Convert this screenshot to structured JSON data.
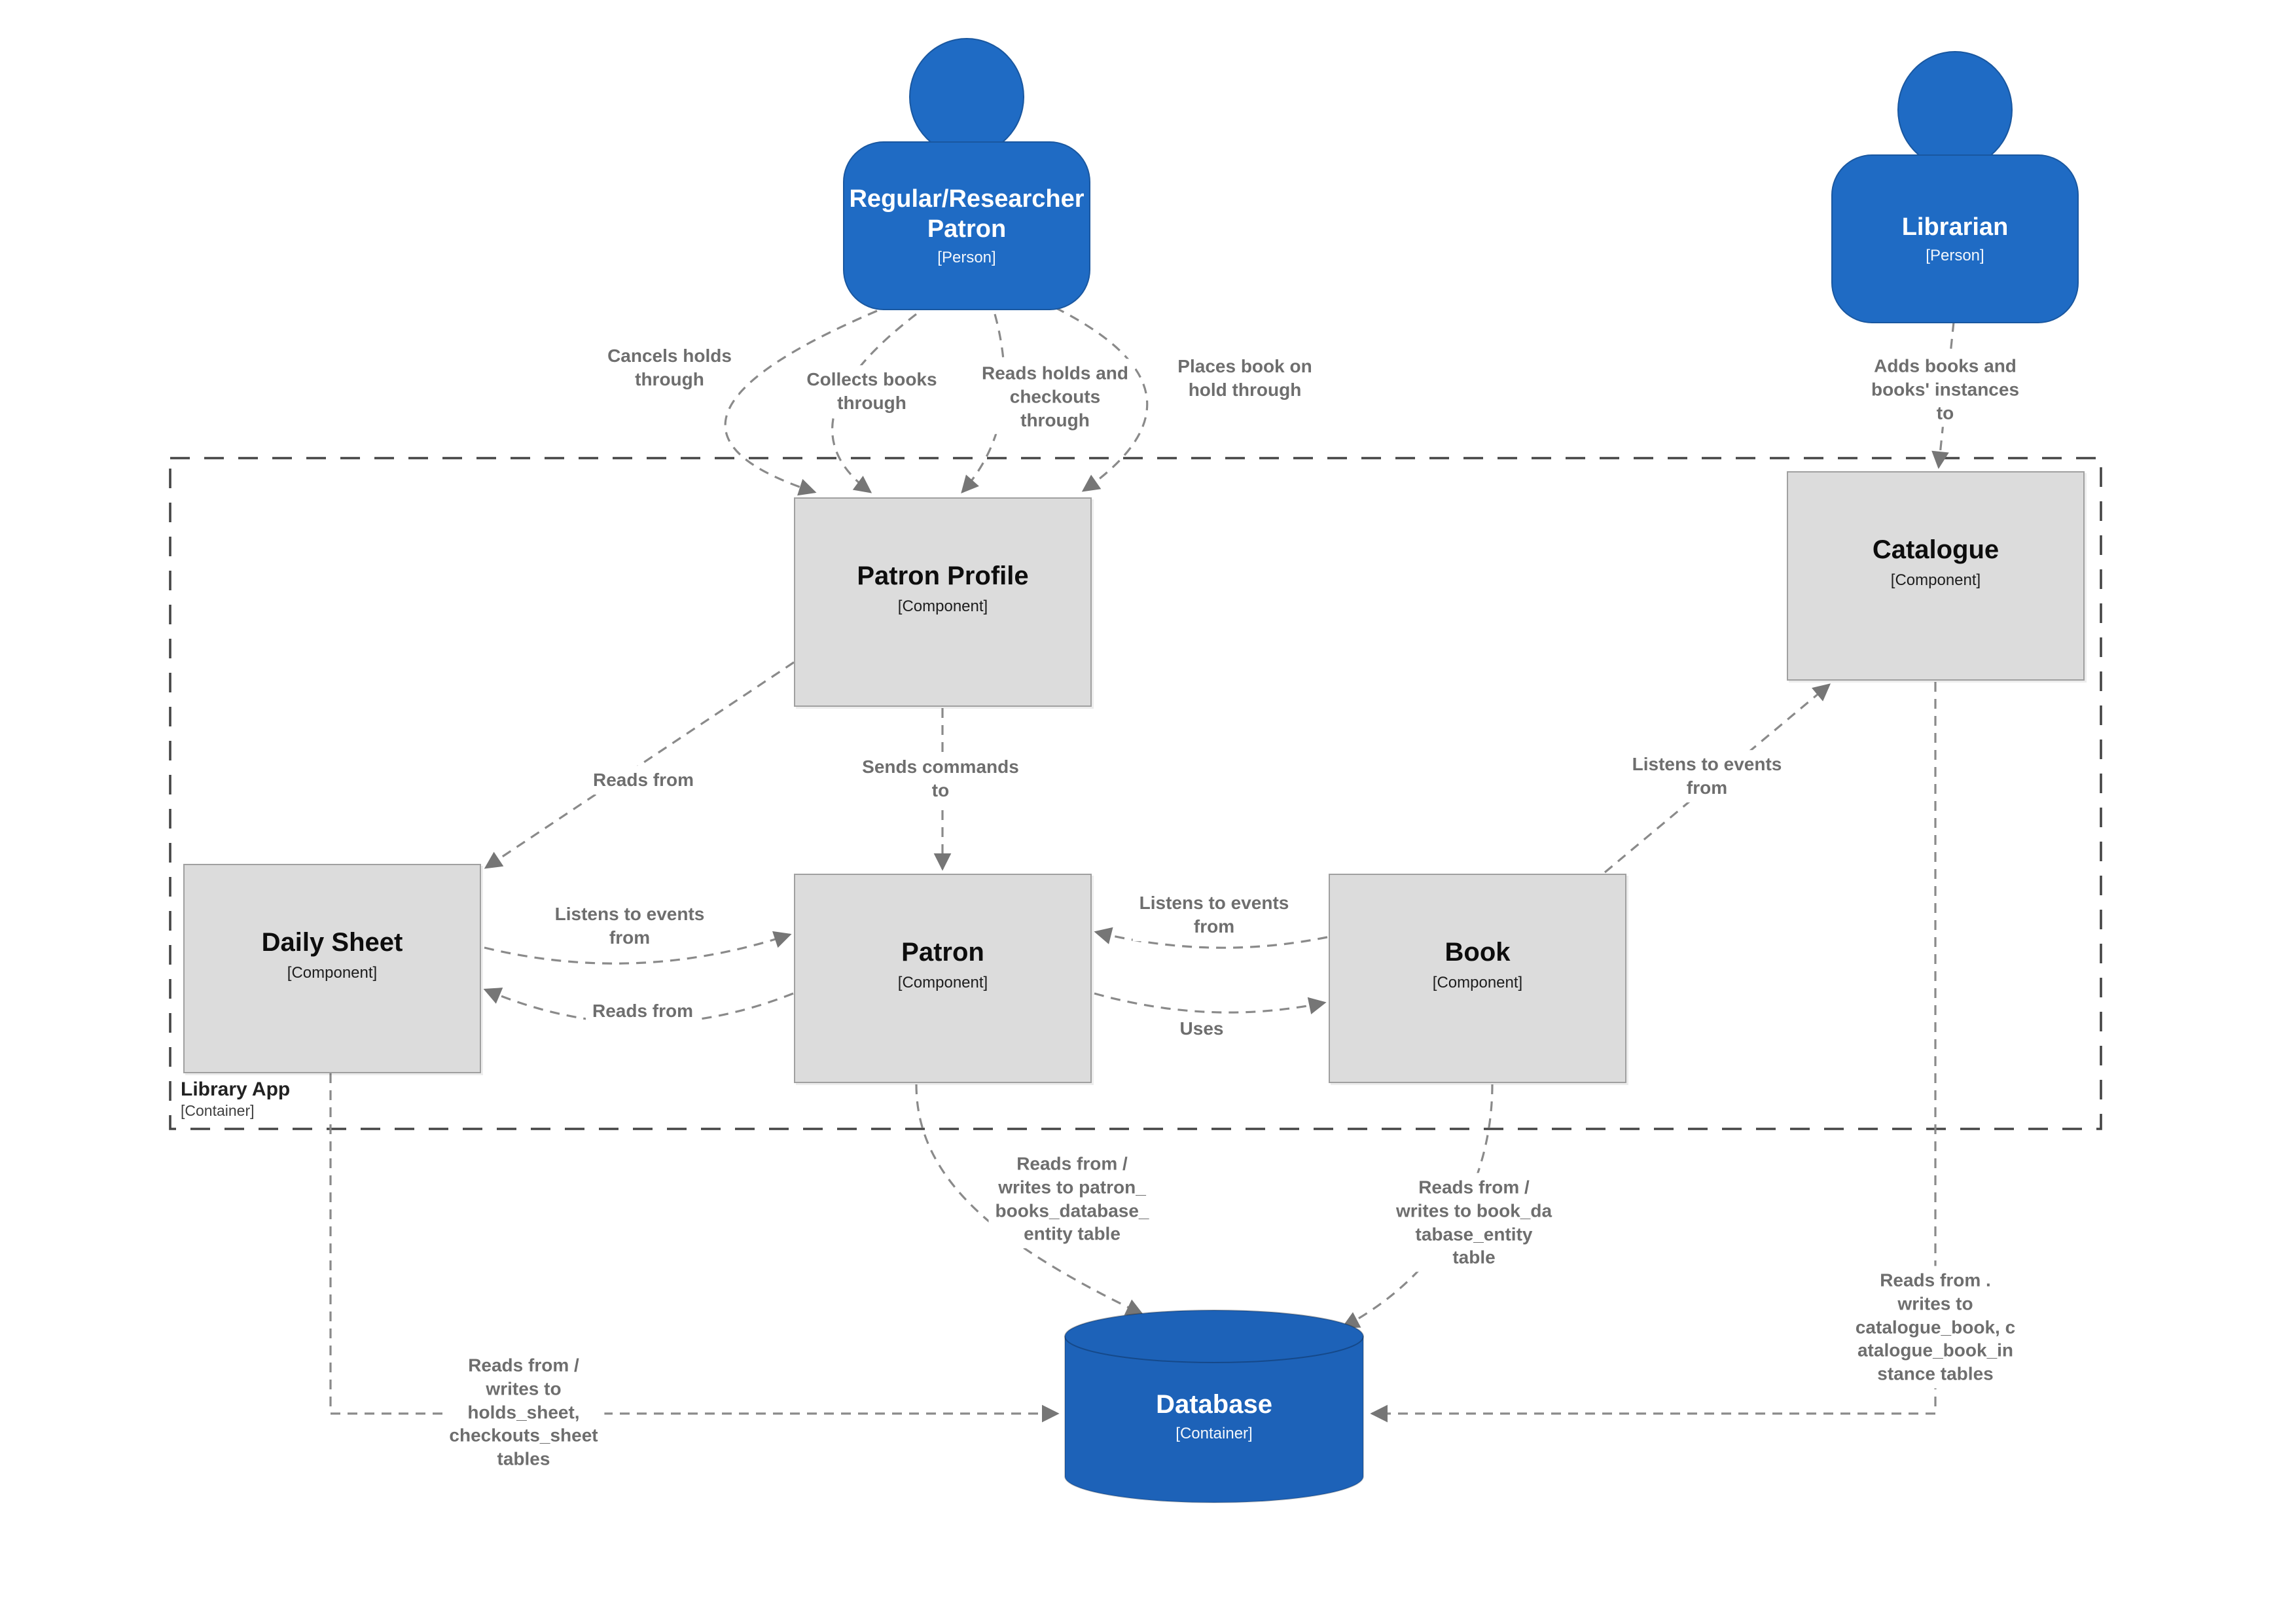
{
  "persons": {
    "patron": {
      "name": "Regular/Researcher\nPatron",
      "type": "[Person]"
    },
    "librarian": {
      "name": "Librarian",
      "type": "[Person]"
    }
  },
  "components": {
    "patron_profile": {
      "name": "Patron Profile",
      "type": "[Component]"
    },
    "catalogue": {
      "name": "Catalogue",
      "type": "[Component]"
    },
    "daily_sheet": {
      "name": "Daily Sheet",
      "type": "[Component]"
    },
    "patron": {
      "name": "Patron",
      "type": "[Component]"
    },
    "book": {
      "name": "Book",
      "type": "[Component]"
    }
  },
  "boundary": {
    "name": "Library App",
    "type": "[Container]"
  },
  "database": {
    "name": "Database",
    "type": "[Container]"
  },
  "edge_labels": {
    "cancels_holds": "Cancels holds\nthrough",
    "collects_books": "Collects books\nthrough",
    "reads_holds": "Reads holds and\ncheckouts\nthrough",
    "places_hold": "Places book on\nhold through",
    "adds_books": "Adds books and\nbooks' instances\nto",
    "profile_reads_daily": "Reads from",
    "sends_commands": "Sends commands\nto",
    "book_listens_catalogue": "Listens to events\nfrom",
    "daily_listens_patron": "Listens to events\nfrom",
    "patron_reads_daily": "Reads from",
    "patron_listens_book": "Listens to events\nfrom",
    "uses": "Uses",
    "patron_db": "Reads from /\nwrites to patron_\nbooks_database_\nentity table",
    "book_db": "Reads from /\nwrites to book_da\ntabase_entity\ntable",
    "catalogue_db": "Reads from .\nwrites to\ncatalogue_book, c\natalogue_book_in\nstance tables",
    "daily_db": "Reads from /\nwrites to\nholds_sheet,\ncheckouts_sheet\ntables"
  },
  "colors": {
    "person": "#1f6bc4",
    "database": "#1d62b8",
    "component_fill": "#dcdcdc",
    "component_border": "#a0a0a0",
    "edge": "#8a8a8a",
    "arrow": "#767676",
    "label_text": "#6e6e6e",
    "boundary": "#454545",
    "canvas_bg": "#ffffff"
  }
}
